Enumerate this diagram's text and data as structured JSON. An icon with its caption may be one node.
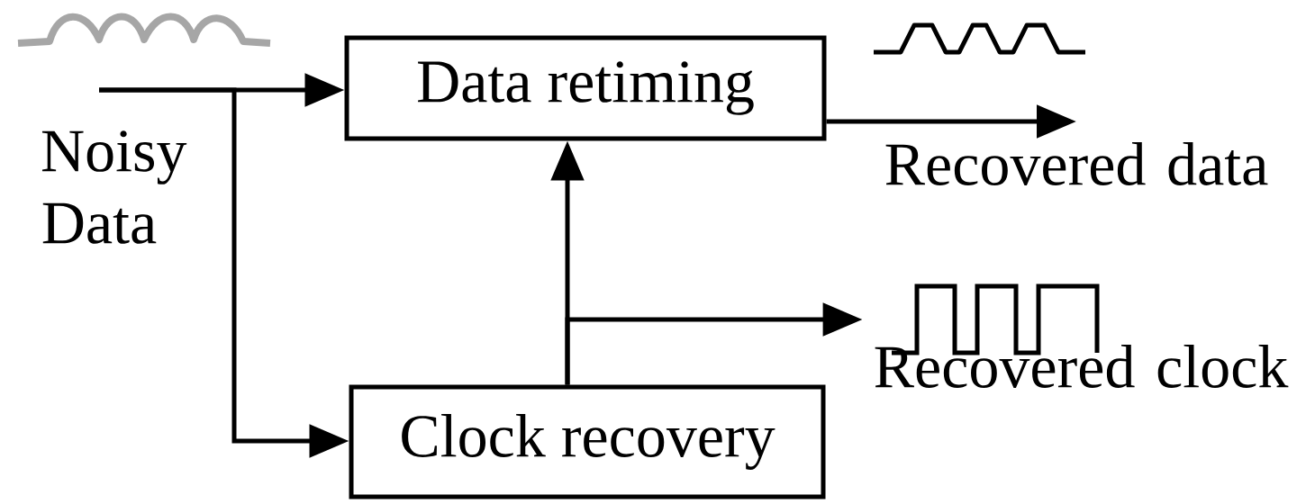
{
  "diagram": {
    "nodes": [
      {
        "text": [
          "Noisy Data"
        ]
      },
      {
        "text": [
          "Data retiming"
        ]
      },
      {
        "text": [
          "Clock recovery"
        ]
      },
      {
        "text": [
          "Recovered data"
        ]
      },
      {
        "text": [
          "Recovered clock"
        ]
      }
    ],
    "edges": [
      {
        "from": 0,
        "to": 1,
        "arrow": "to"
      },
      {
        "from": 0,
        "to": 2,
        "arrow": "to"
      },
      {
        "from": 1,
        "to": 3,
        "arrow": "to"
      },
      {
        "from": 2,
        "to": 1,
        "arrow": "to"
      },
      {
        "from": 2,
        "to": 4,
        "arrow": "to"
      }
    ]
  }
}
